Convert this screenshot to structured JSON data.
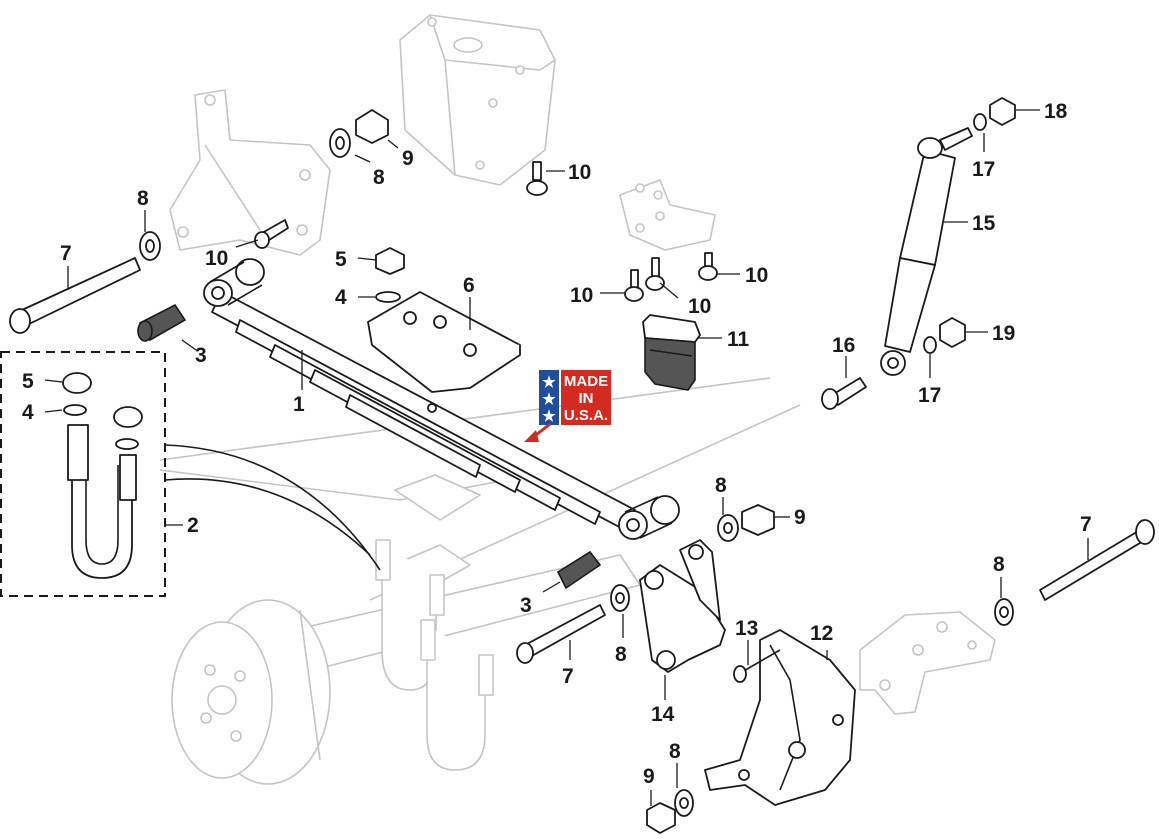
{
  "badge": {
    "lines": [
      "MADE",
      "IN",
      "U.S.A."
    ],
    "flag_blue": "#1f4f9c",
    "flag_red": "#d42a1f"
  },
  "callouts": {
    "c1": "1",
    "c2": "2",
    "c3a": "3",
    "c3b": "3",
    "c4a": "4",
    "c4b": "4",
    "c5a": "5",
    "c5b": "5",
    "c6": "6",
    "c7a": "7",
    "c7b": "7",
    "c7c": "7",
    "c8a": "8",
    "c8b": "8",
    "c8c": "8",
    "c8d": "8",
    "c8e": "8",
    "c8f": "8",
    "c9a": "9",
    "c9b": "9",
    "c9c": "9",
    "c10a": "10",
    "c10b": "10",
    "c10c": "10",
    "c10d": "10",
    "c10e": "10",
    "c11": "11",
    "c12": "12",
    "c13": "13",
    "c14": "14",
    "c15": "15",
    "c16": "16",
    "c17a": "17",
    "c17b": "17",
    "c18": "18",
    "c19": "19"
  },
  "colors": {
    "part_stroke": "#1a1a1a",
    "ghost_stroke": "#c4c4c4",
    "rubber": "#555555"
  }
}
